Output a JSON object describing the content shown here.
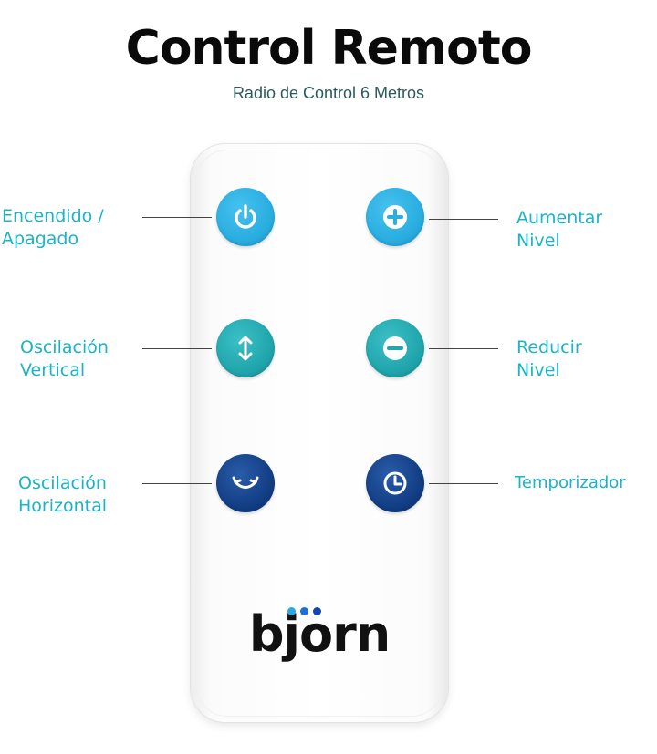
{
  "header": {
    "title": "Control Remoto",
    "subtitle": "Radio de Control 6 Metros"
  },
  "colors": {
    "label": "#1bb3c8",
    "power": "#2aaee0",
    "plus": "#2aaee0",
    "vertical": "#21a6ad",
    "minus": "#21a6ad",
    "horizontal": "#133f86",
    "timer": "#133f86",
    "logo_dot_1": "#29a9e0",
    "logo_dot_2": "#1c6fd6",
    "logo_dot_3": "#1545b5"
  },
  "buttons": {
    "power": {
      "icon": "power-icon",
      "label_1": "Encendido /",
      "label_2": "Apagado"
    },
    "plus": {
      "icon": "plus-icon",
      "label_1": "Aumentar",
      "label_2": "Nivel"
    },
    "vertical": {
      "icon": "vertical-arrows-icon",
      "label_1": "Oscilación",
      "label_2": "Vertical"
    },
    "minus": {
      "icon": "minus-icon",
      "label_1": "Reducir",
      "label_2": "Nivel"
    },
    "horizontal": {
      "icon": "horizontal-swing-icon",
      "label_1": "Oscilación",
      "label_2": "Horizontal"
    },
    "timer": {
      "icon": "clock-icon",
      "label_1": "Temporizador"
    }
  },
  "brand": {
    "logo_text": "bjorn",
    "logo_text_display": "björn"
  }
}
